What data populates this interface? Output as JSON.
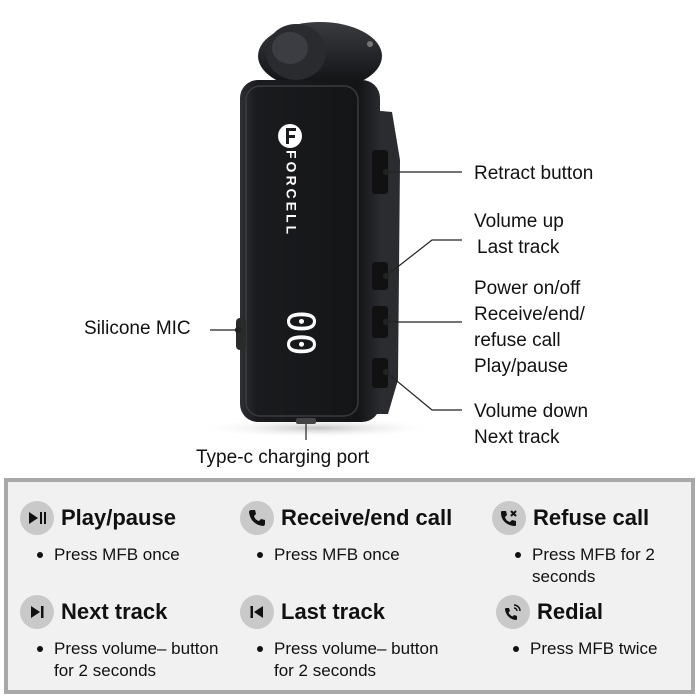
{
  "brand": {
    "name": "FORCELL"
  },
  "display": {
    "digits": "00"
  },
  "callouts": {
    "retract_button": "Retract button",
    "volume_up_1": "Volume up",
    "volume_up_2": "Last track",
    "power_1": "Power on/off",
    "power_2": "Receive/end/",
    "power_3": "refuse call",
    "power_4": "Play/pause",
    "volume_down_1": "Volume down",
    "volume_down_2": "Next track",
    "mic": "Silicone MIC",
    "charging": "Type-c charging port"
  },
  "instructions": [
    {
      "icon": "play-pause-icon",
      "title": "Play/pause",
      "lines": [
        "Press MFB once"
      ]
    },
    {
      "icon": "phone-icon",
      "title": "Receive/end call",
      "lines": [
        "Press MFB once"
      ]
    },
    {
      "icon": "refuse-call-icon",
      "title": "Refuse call",
      "lines": [
        "Press MFB for 2",
        "seconds"
      ]
    },
    {
      "icon": "next-track-icon",
      "title": "Next track",
      "lines": [
        "Press volume– button",
        "for 2 seconds"
      ]
    },
    {
      "icon": "last-track-icon",
      "title": "Last track",
      "lines": [
        "Press volume– button",
        "for 2 seconds"
      ]
    },
    {
      "icon": "redial-icon",
      "title": "Redial",
      "lines": [
        "Press MFB twice"
      ]
    }
  ],
  "colors": {
    "device_body": "#1b1c1f",
    "panel_bg": "#f1f1f1",
    "panel_border": "#a8a8a8",
    "icon_circle": "#c9c9c9"
  }
}
